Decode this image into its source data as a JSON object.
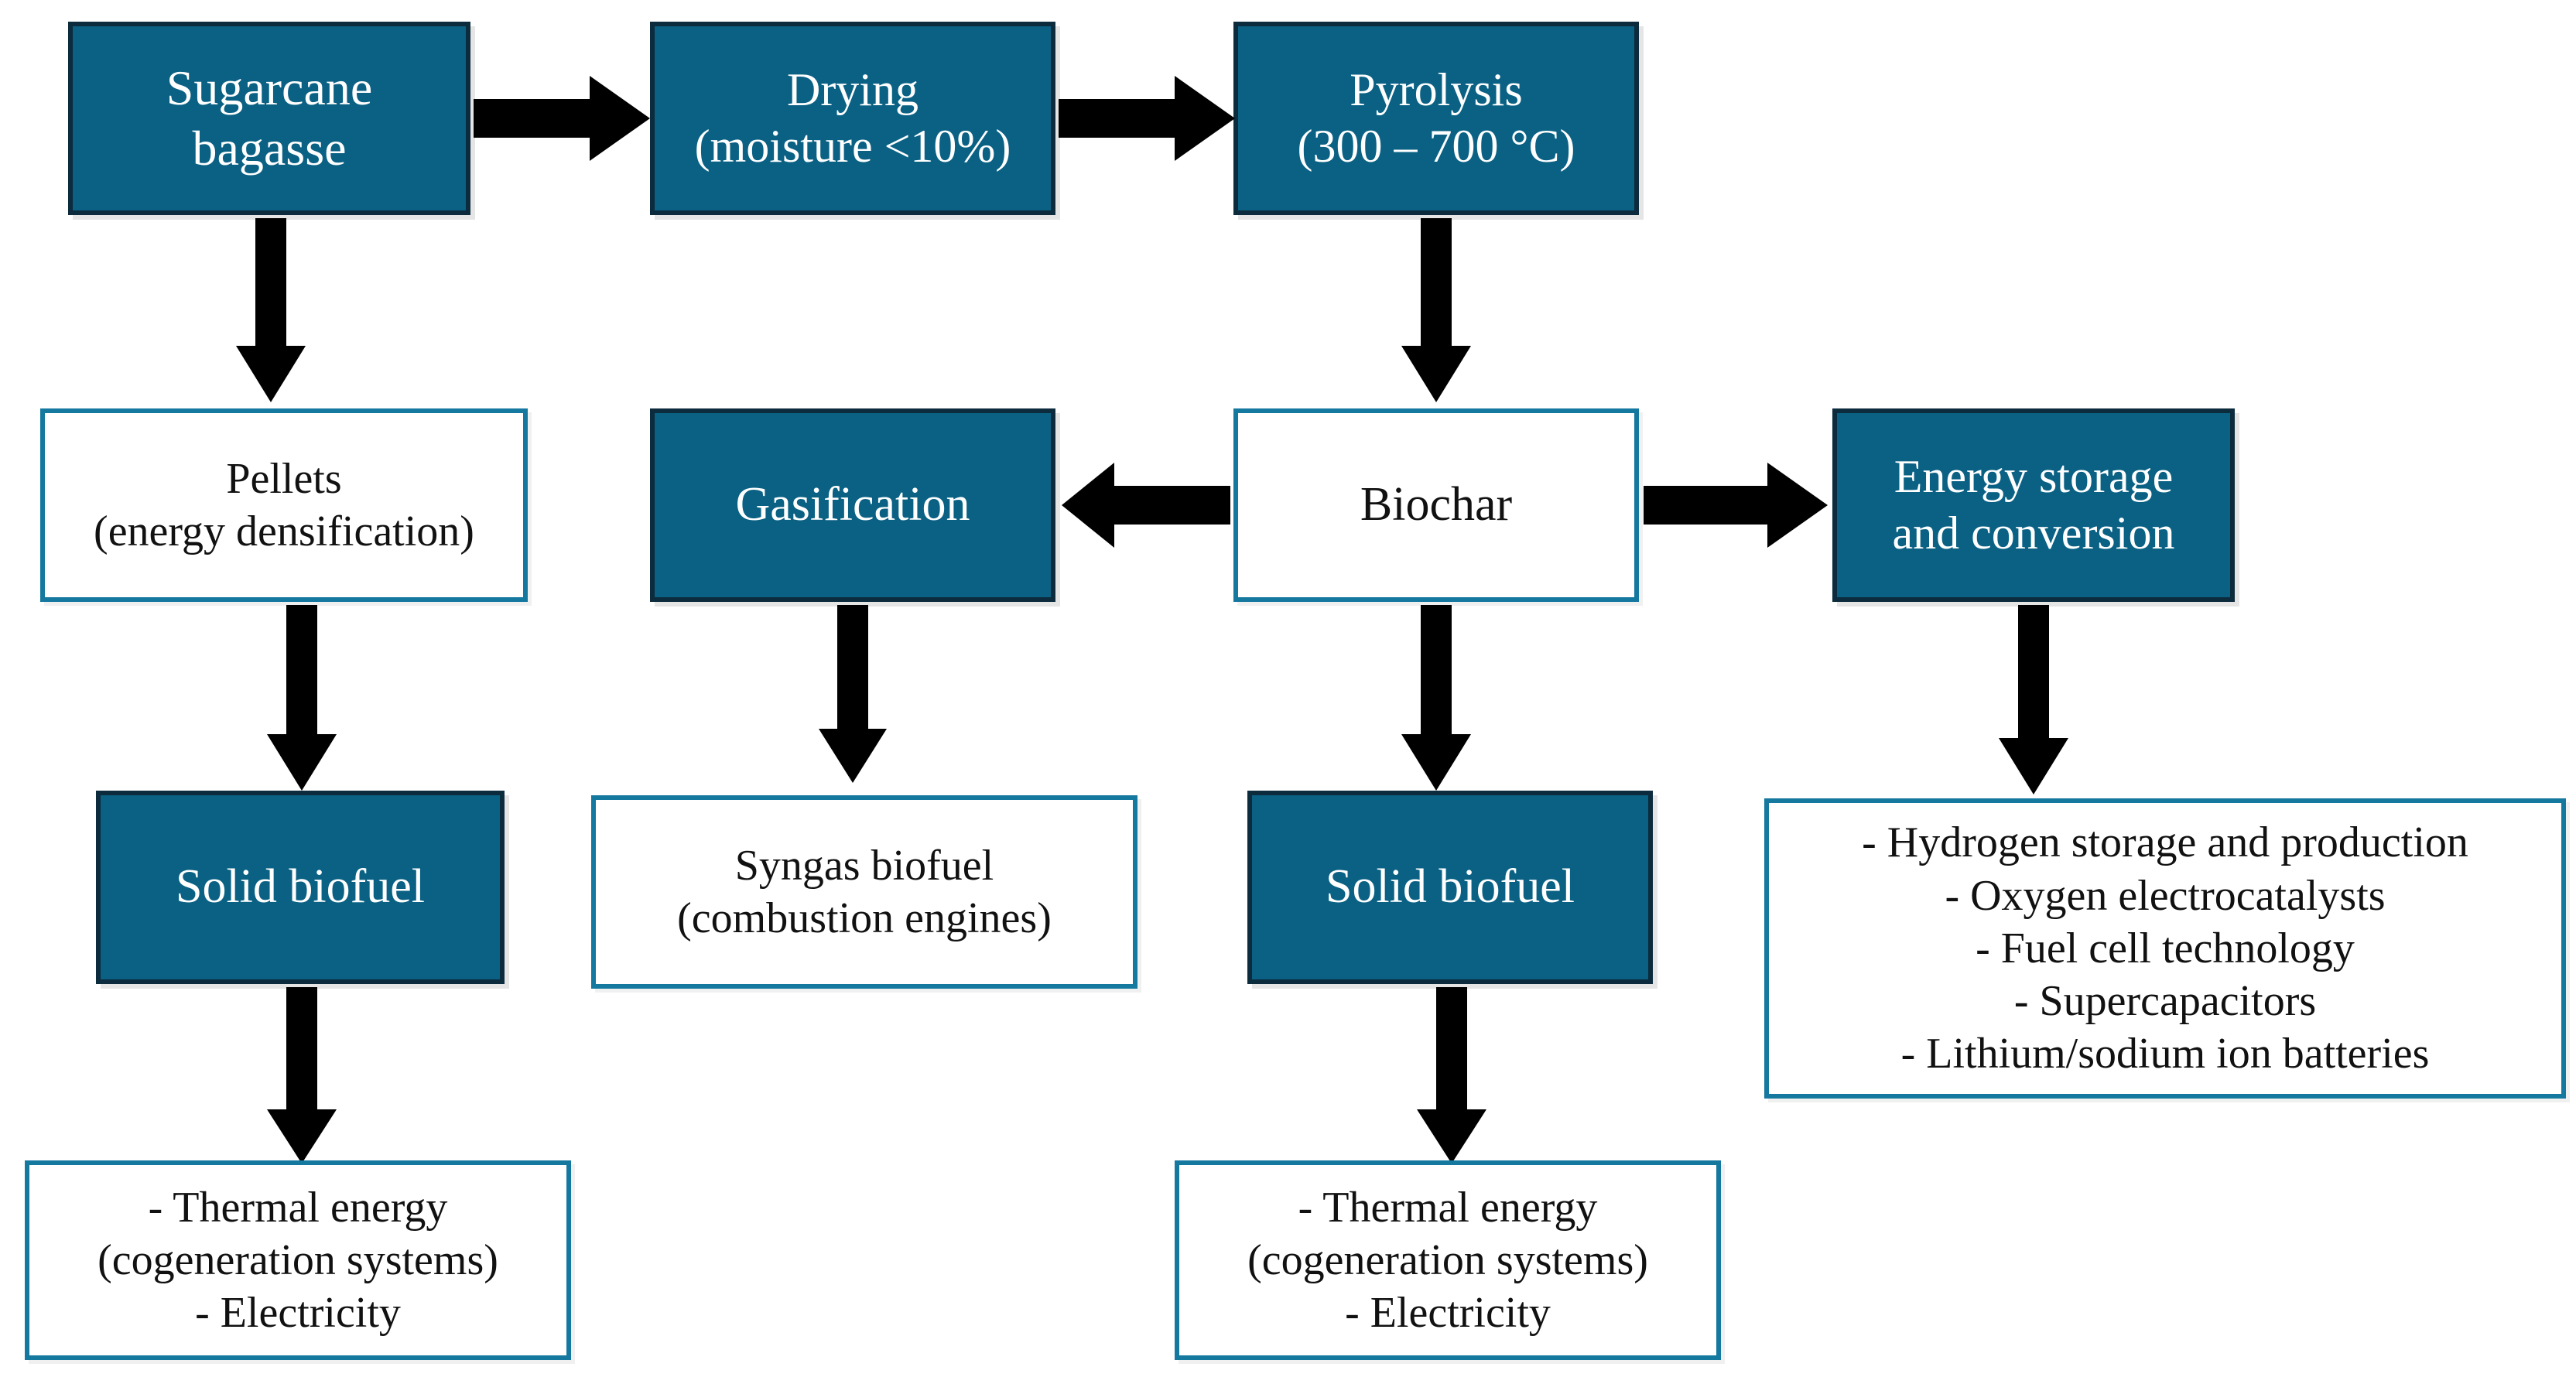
{
  "diagram": {
    "title": "Sugarcane bagasse valorization flowchart",
    "colors": {
      "filled_fill": "#0A6184",
      "filled_border": "#0C2B3C",
      "outline_border": "#14789F",
      "outline_fill": "#FFFFFF",
      "arrow": "#000000",
      "filled_text": "#FFFFFF",
      "outline_text": "#111111"
    },
    "nodes": {
      "sugarcane_bagasse": "Sugarcane\nbagasse",
      "drying": "Drying\n(moisture <10%)",
      "pyrolysis": "Pyrolysis\n(300 – 700 °C)",
      "pellets": "Pellets\n(energy densification)",
      "gasification": "Gasification",
      "biochar": "Biochar",
      "energy_storage": "Energy storage\nand conversion",
      "solid_biofuel_left": "Solid biofuel",
      "syngas_biofuel": "Syngas biofuel\n(combustion engines)",
      "solid_biofuel_center": "Solid biofuel",
      "energy_applications": "- Hydrogen storage and production\n- Oxygen electrocatalysts\n- Fuel cell technology\n- Supercapacitors\n- Lithium/sodium ion batteries",
      "thermal_outputs_left": "- Thermal energy\n(cogeneration systems)\n- Electricity",
      "thermal_outputs_center": "- Thermal energy\n(cogeneration systems)\n- Electricity"
    },
    "arrows": [
      {
        "id": "bagasse-to-drying",
        "icon": "arrow-right-icon",
        "direction": "right"
      },
      {
        "id": "drying-to-pyrolysis",
        "icon": "arrow-right-icon",
        "direction": "right"
      },
      {
        "id": "bagasse-to-pellets",
        "icon": "arrow-down-icon",
        "direction": "down"
      },
      {
        "id": "pyrolysis-to-biochar",
        "icon": "arrow-down-icon",
        "direction": "down"
      },
      {
        "id": "biochar-to-gasification",
        "icon": "arrow-left-icon",
        "direction": "left"
      },
      {
        "id": "biochar-to-energy-storage",
        "icon": "arrow-right-icon",
        "direction": "right"
      },
      {
        "id": "pellets-to-solid-biofuel",
        "icon": "arrow-down-icon",
        "direction": "down"
      },
      {
        "id": "gasification-to-syngas",
        "icon": "arrow-down-icon",
        "direction": "down"
      },
      {
        "id": "biochar-to-solid-biofuel",
        "icon": "arrow-down-icon",
        "direction": "down"
      },
      {
        "id": "energy-storage-to-applications",
        "icon": "arrow-down-icon",
        "direction": "down"
      },
      {
        "id": "solid-biofuel-left-to-thermal",
        "icon": "arrow-down-icon",
        "direction": "down"
      },
      {
        "id": "solid-biofuel-center-to-thermal",
        "icon": "arrow-down-icon",
        "direction": "down"
      }
    ]
  }
}
